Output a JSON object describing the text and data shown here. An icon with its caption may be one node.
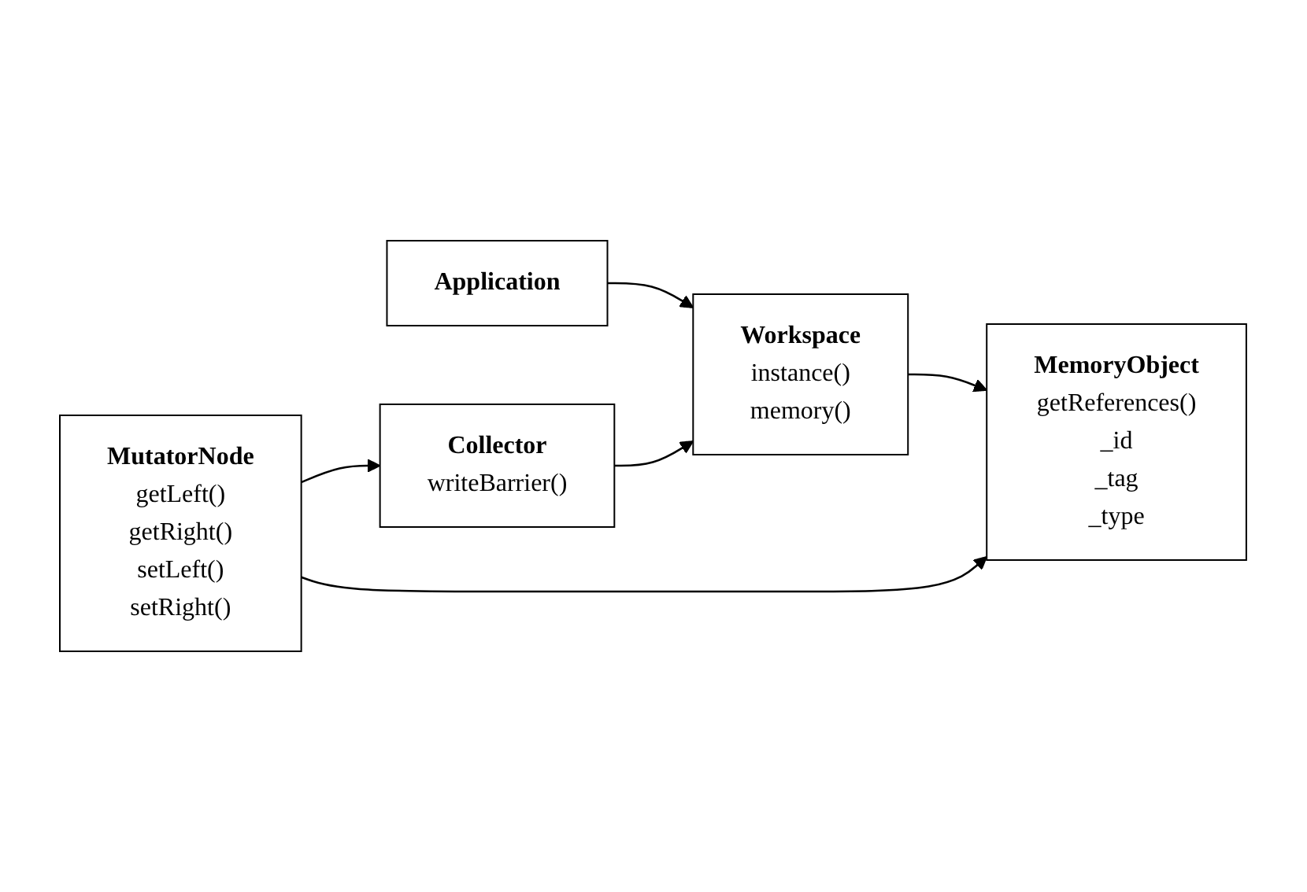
{
  "diagram": {
    "nodes": [
      {
        "text": [
          "Application"
        ]
      },
      {
        "text": [
          "Workspace",
          "instance()",
          "memory()"
        ]
      },
      {
        "text": [
          "MemoryObject",
          "getReferences()",
          "_id",
          "_tag",
          "_type"
        ]
      },
      {
        "text": [
          "Collector",
          "writeBarrier()"
        ]
      },
      {
        "text": [
          "MutatorNode",
          "getLeft()",
          "getRight()",
          "setLeft()",
          "setRight()"
        ]
      }
    ],
    "edges": [
      {
        "from": 0,
        "to": 1,
        "arrow": "to"
      },
      {
        "from": 1,
        "to": 2,
        "arrow": "to"
      },
      {
        "from": 4,
        "to": 2,
        "arrow": "to"
      },
      {
        "from": 4,
        "to": 3,
        "arrow": "to"
      },
      {
        "from": 3,
        "to": 1,
        "arrow": "to"
      }
    ]
  }
}
